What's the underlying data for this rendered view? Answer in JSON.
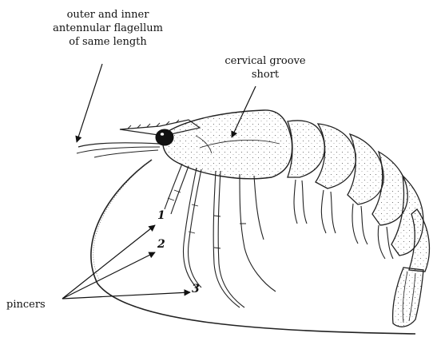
{
  "labels": {
    "antenna_line1": "outer and inner",
    "antenna_line2": "antennular flagellum",
    "antenna_line3": "of same length",
    "cervical_line1": "cervical groove",
    "cervical_line2": "short",
    "pincers": "pincers",
    "leg_1": "1",
    "leg_2": "2",
    "leg_3": "3"
  },
  "colors": {
    "ink": "#111111",
    "background": "#ffffff"
  }
}
